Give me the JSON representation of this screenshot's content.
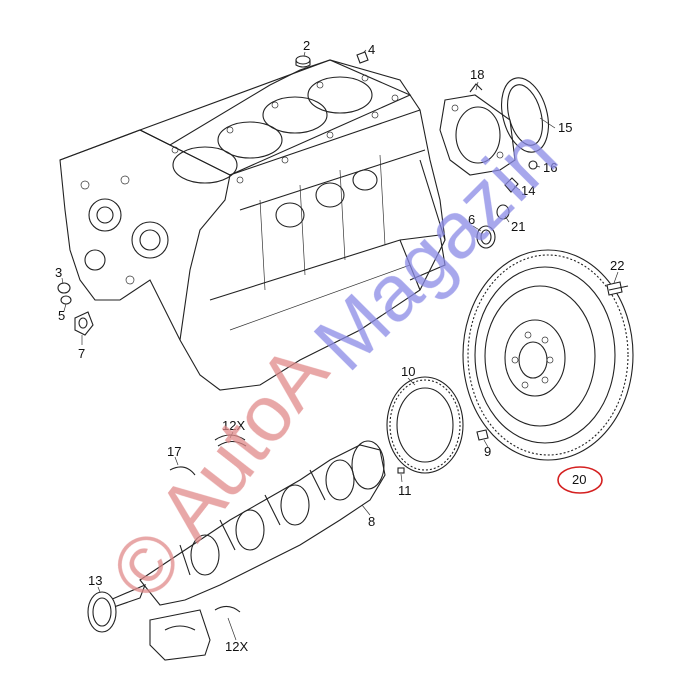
{
  "callouts": [
    {
      "id": "2",
      "label": "2"
    },
    {
      "id": "4",
      "label": "4"
    },
    {
      "id": "18",
      "label": "18"
    },
    {
      "id": "15",
      "label": "15"
    },
    {
      "id": "16",
      "label": "16"
    },
    {
      "id": "14",
      "label": "14"
    },
    {
      "id": "6",
      "label": "6"
    },
    {
      "id": "21",
      "label": "21"
    },
    {
      "id": "22",
      "label": "22"
    },
    {
      "id": "3",
      "label": "3"
    },
    {
      "id": "5",
      "label": "5"
    },
    {
      "id": "7",
      "label": "7"
    },
    {
      "id": "10",
      "label": "10"
    },
    {
      "id": "9",
      "label": "9"
    },
    {
      "id": "11",
      "label": "11"
    },
    {
      "id": "20",
      "label": "20"
    },
    {
      "id": "12X-top",
      "label": "12X"
    },
    {
      "id": "17",
      "label": "17"
    },
    {
      "id": "8",
      "label": "8"
    },
    {
      "id": "13",
      "label": "13"
    },
    {
      "id": "12X-bottom",
      "label": "12X"
    }
  ],
  "highlighted_part": "20",
  "highlight_color": "#d42020",
  "watermarks": {
    "left": {
      "text": "© AutoA",
      "color": "#e08a8a"
    },
    "right": {
      "text": "Magazin",
      "color": "#8a8ae6"
    }
  },
  "icons": [
    "engine-block-drawing",
    "flywheel-drawing",
    "crankshaft-drawing"
  ]
}
